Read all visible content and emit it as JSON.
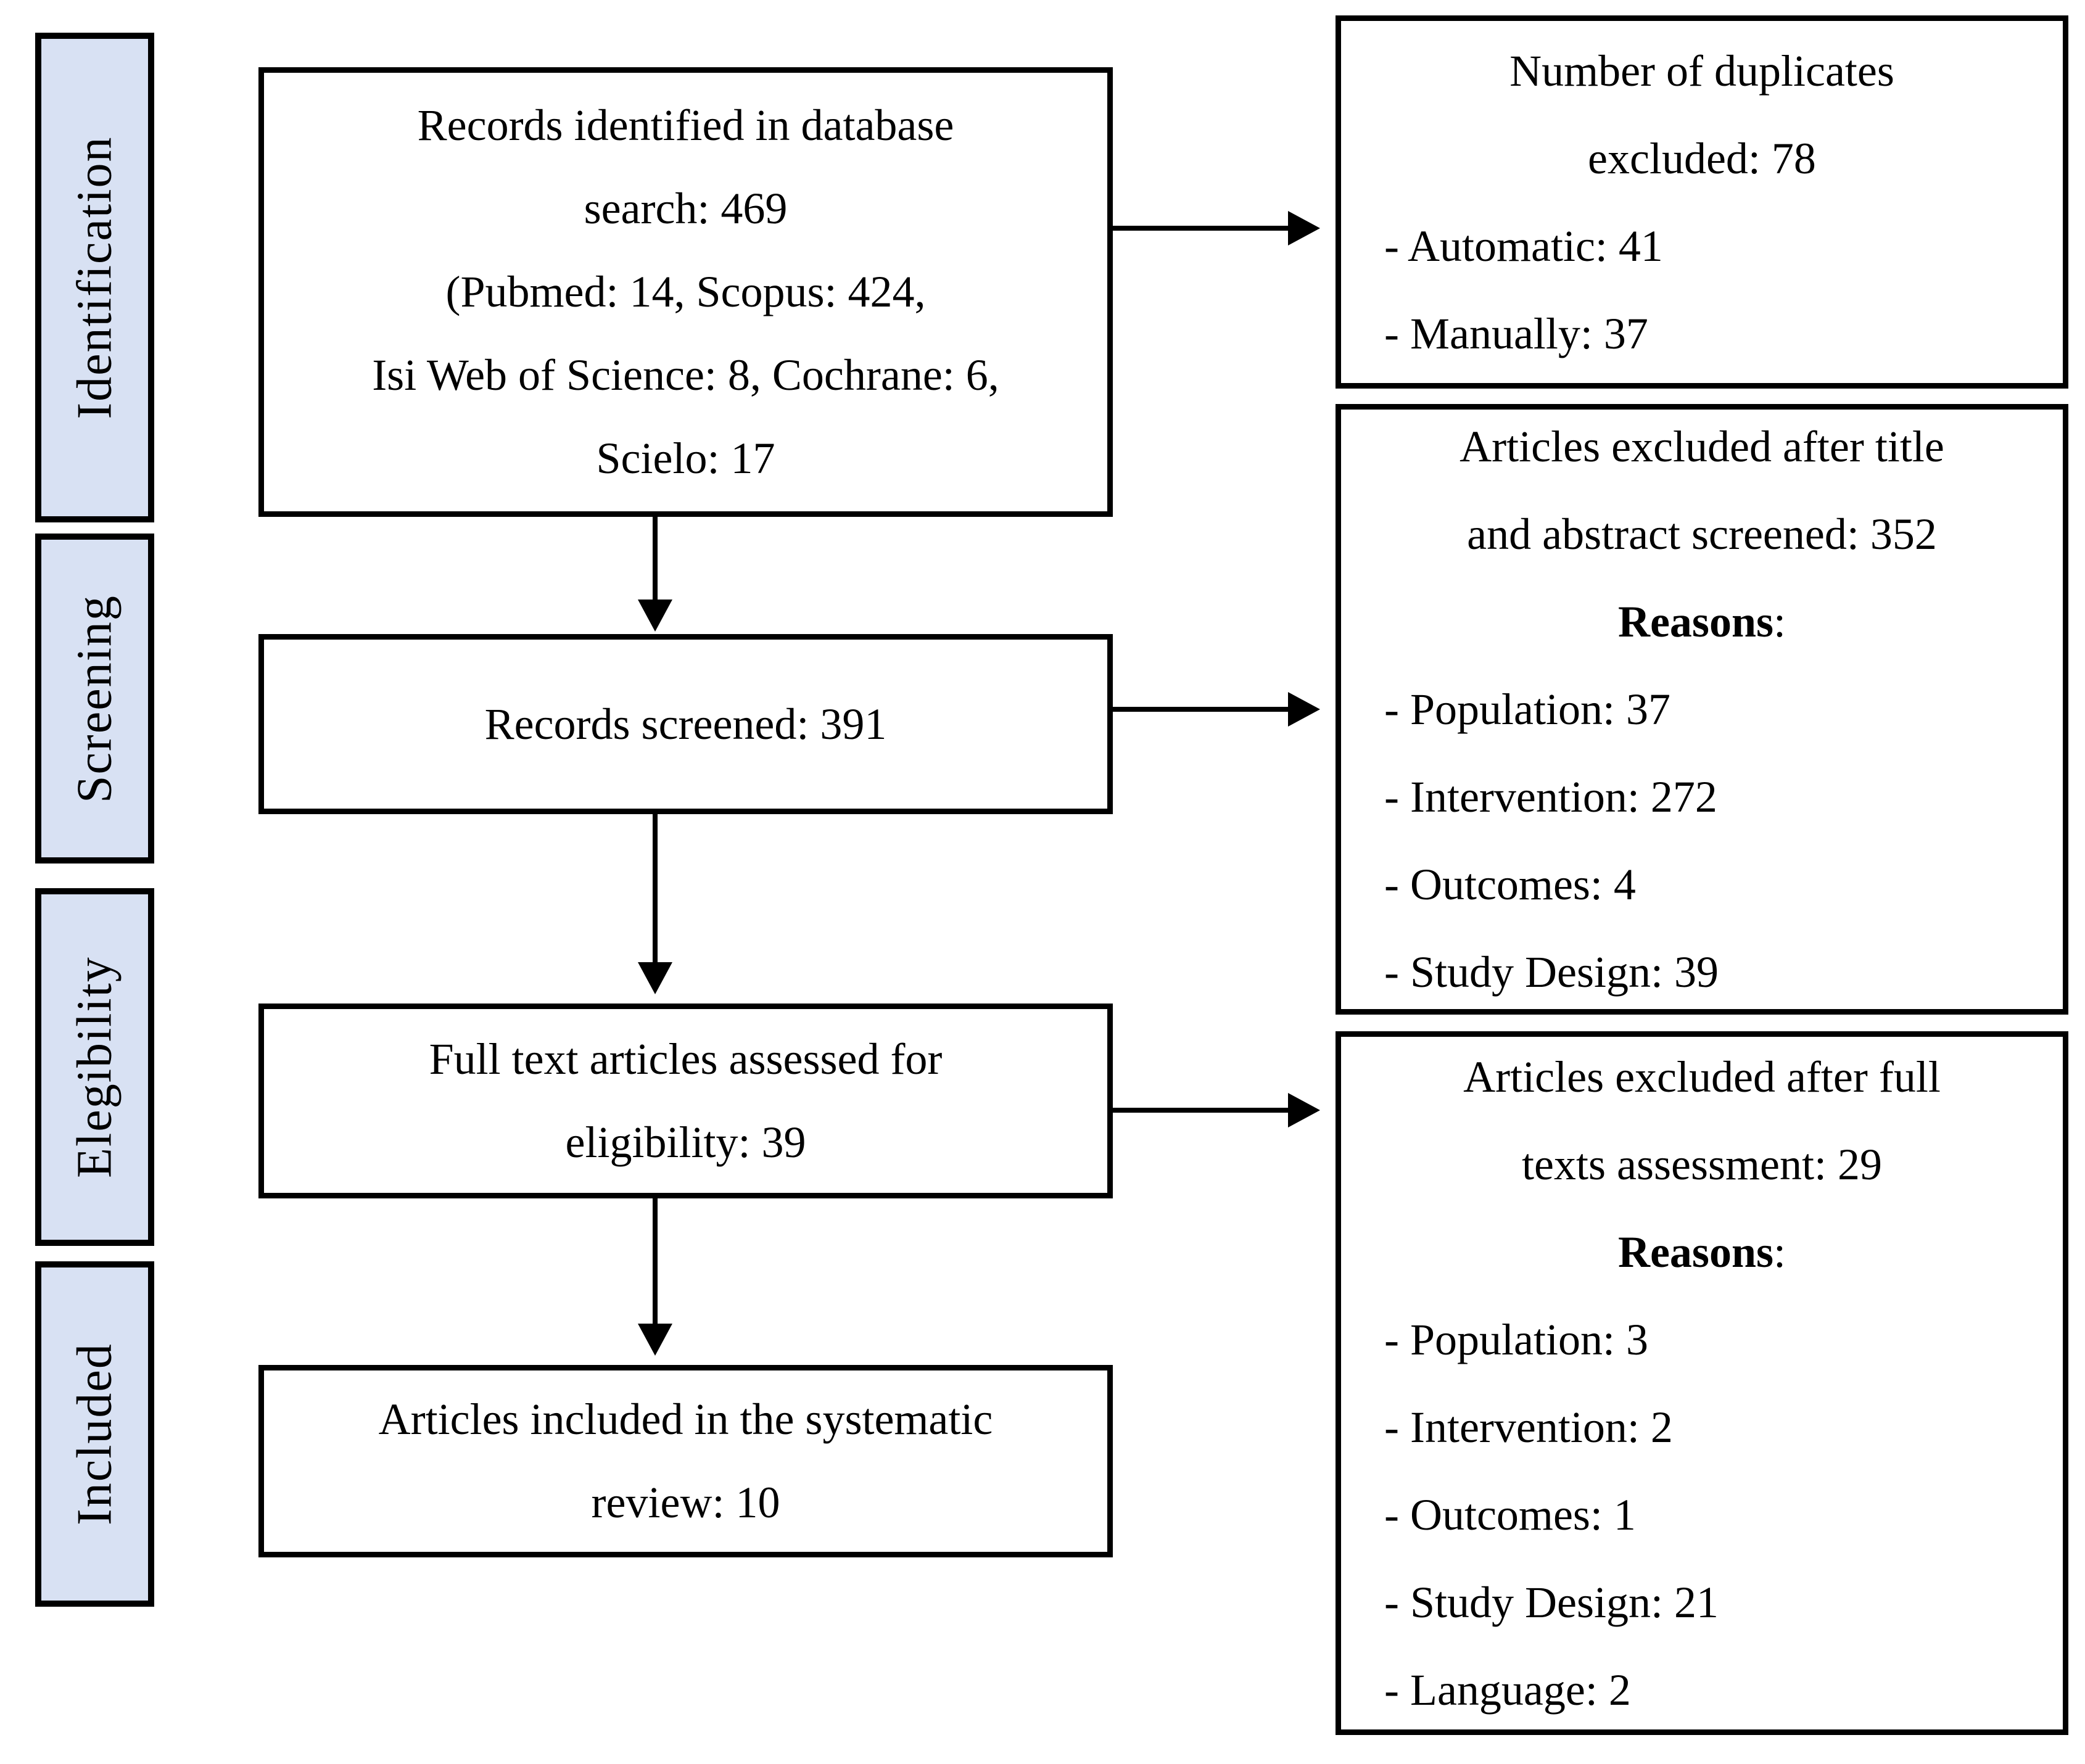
{
  "diagram": {
    "stages": [
      {
        "label": "Identification"
      },
      {
        "label": "Screening"
      },
      {
        "label": "Elegibility"
      },
      {
        "label": "Included"
      }
    ],
    "main_boxes": [
      {
        "lines": [
          "Records identified in database",
          "search: 469",
          "(Pubmed: 14, Scopus: 424,",
          "Isi Web of Science: 8, Cochrane: 6,",
          "Scielo: 17"
        ]
      },
      {
        "lines": [
          "Records screened: 391"
        ]
      },
      {
        "lines": [
          "Full text articles assessed for",
          "eligibility: 39"
        ]
      },
      {
        "lines": [
          "Articles included in the systematic",
          "review: 10"
        ]
      }
    ],
    "side_boxes": [
      {
        "title_lines": [
          "Number of duplicates",
          "excluded: 78"
        ],
        "items": [
          "- Automatic: 41",
          "- Manually: 37"
        ]
      },
      {
        "title_lines": [
          "Articles excluded after title",
          "and abstract screened: 352"
        ],
        "reasons_label": "Reasons",
        "reasons_colon": ":",
        "items": [
          "- Population: 37",
          "- Intervention: 272",
          "- Outcomes: 4",
          "- Study Design: 39"
        ]
      },
      {
        "title_lines": [
          "Articles excluded after full",
          "texts assessment: 29"
        ],
        "reasons_label": "Reasons",
        "reasons_colon": ":",
        "items": [
          "- Population: 3",
          "- Intervention: 2",
          "- Outcomes: 1",
          "- Study Design: 21",
          "- Language: 2"
        ]
      }
    ],
    "colors": {
      "stage_fill": "#d8e1f3",
      "border": "#000000",
      "box_fill": "#ffffff",
      "text": "#000000"
    }
  }
}
